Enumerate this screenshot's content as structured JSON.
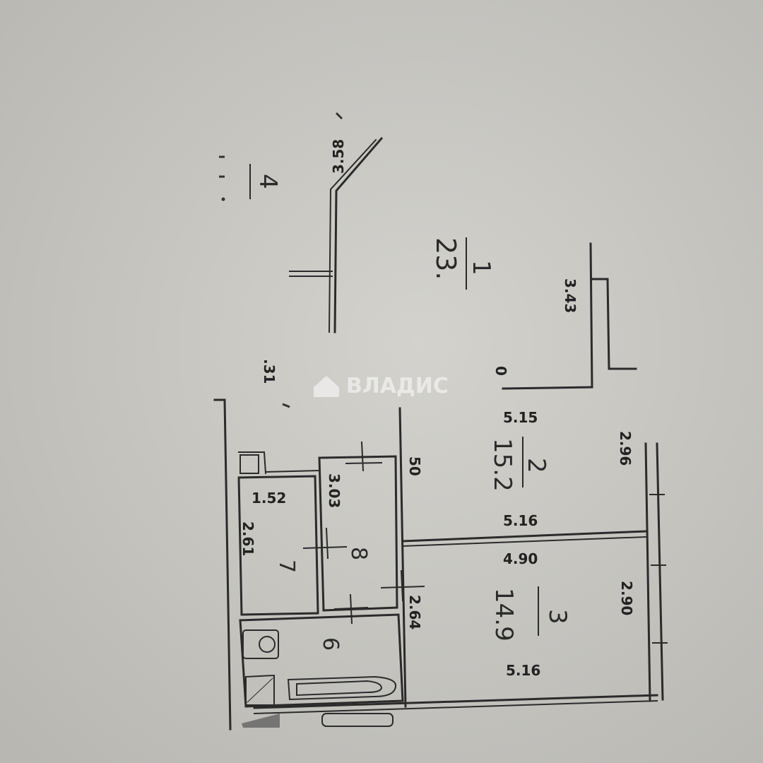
{
  "watermark": {
    "text": "ВЛАДИС"
  },
  "rooms": [
    {
      "number": "1",
      "area": "23. ",
      "dims": [
        "3.43",
        "0",
        "3.58"
      ]
    },
    {
      "number": "2",
      "area": "15.2",
      "dims": [
        "5.15",
        "5.16",
        "2.96",
        "50"
      ]
    },
    {
      "number": "3",
      "area": "14.9",
      "dims": [
        "4.90",
        "5.16",
        "2.90",
        "2.64"
      ]
    },
    {
      "number": "4",
      "area": "",
      "dims": [
        ".31"
      ]
    },
    {
      "number": "6",
      "area": "",
      "dims": []
    },
    {
      "number": "7",
      "area": "",
      "dims": [
        "1.52",
        "2.61"
      ]
    },
    {
      "number": "8",
      "area": "",
      "dims": [
        "3.03"
      ]
    }
  ],
  "colors": {
    "paper": "#c9c8c3",
    "ink": "#2b2b2b"
  }
}
